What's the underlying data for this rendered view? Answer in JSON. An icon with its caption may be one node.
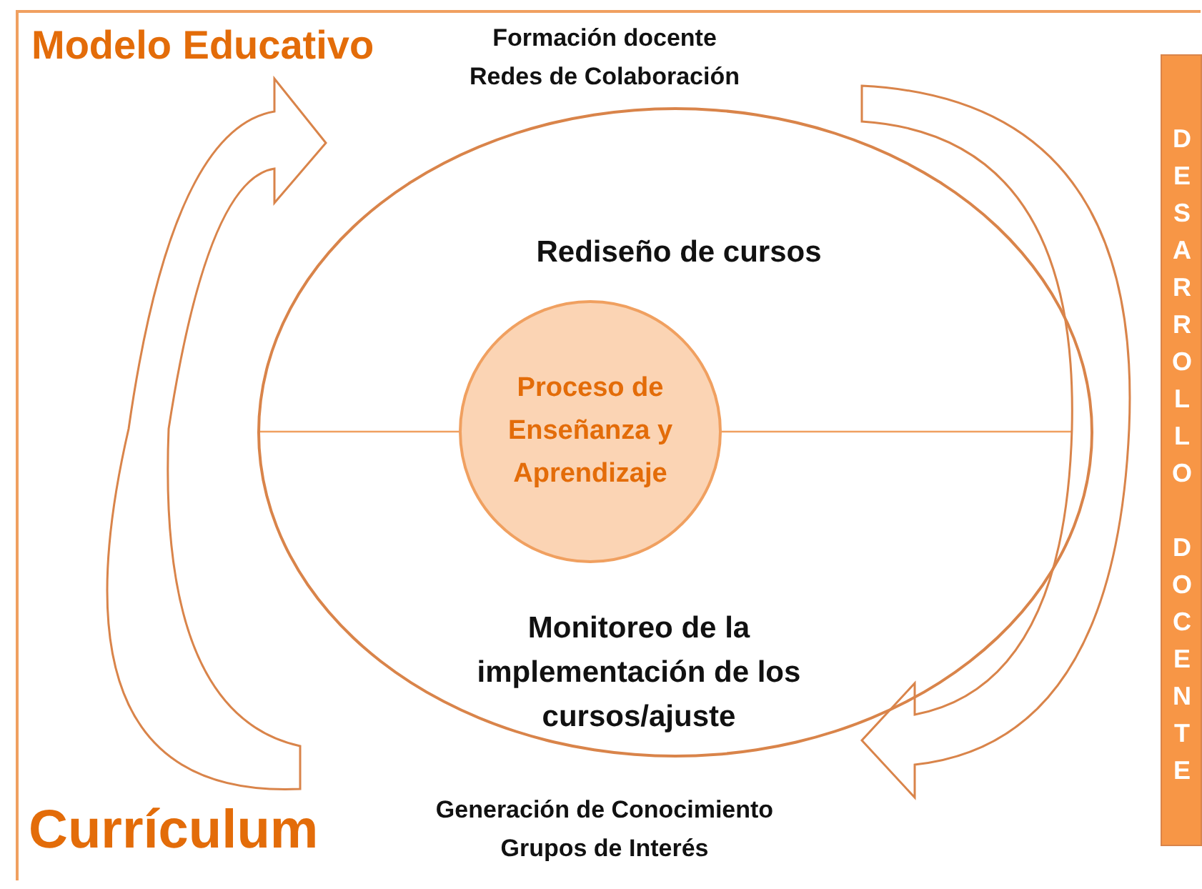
{
  "diagram": {
    "title": "Modelo Educativo",
    "nodes": [
      {
        "text": [
          "Rediseño de cursos",
          "Monitoreo de la implementación de los cursos/ajuste"
        ]
      },
      {
        "text": [
          "Proceso de Enseñanza y Aprendizaje"
        ],
        "in": 0
      },
      {
        "text": [
          "DESARROLLO DOCENTE"
        ]
      }
    ],
    "labels": [
      "Formación docente",
      "Redes de Colaboración",
      "Generación de Conocimiento",
      "Grupos de Interés",
      "Currículum"
    ]
  }
}
